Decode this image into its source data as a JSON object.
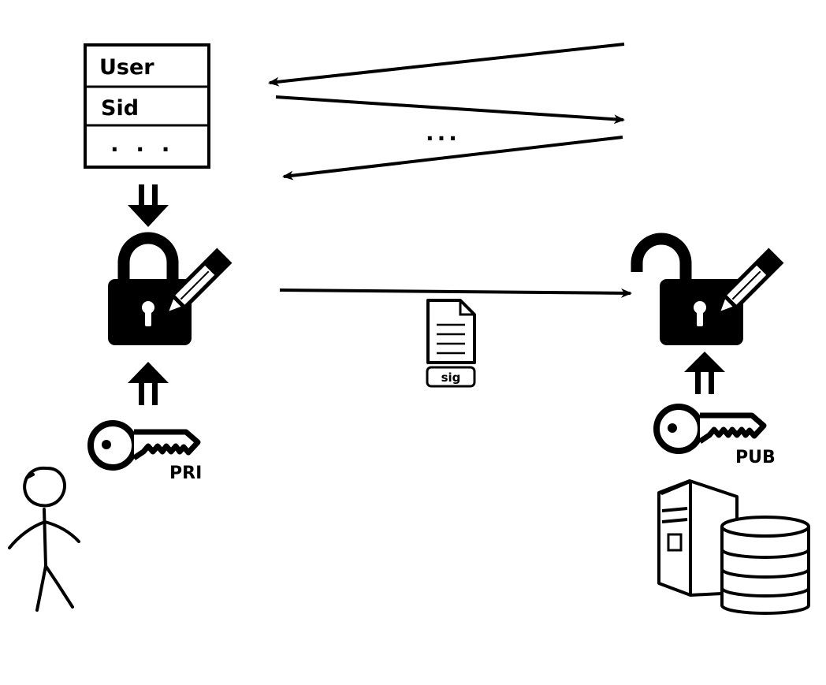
{
  "table": {
    "rows": [
      "User",
      "Sid",
      ". . ."
    ]
  },
  "middle_ellipsis": "...",
  "document_label": "sig",
  "private_key_label": "PRI",
  "public_key_label": "PUB",
  "icons": {
    "locked": "lock-pen-icon",
    "unlocked": "unlock-pen-icon",
    "private_key": "key-icon",
    "public_key": "key-icon",
    "document": "document-icon",
    "user": "stick-figure-icon",
    "server": "server-icon",
    "database": "database-icon"
  },
  "colors": {
    "ink": "#000000",
    "paper": "#ffffff"
  }
}
